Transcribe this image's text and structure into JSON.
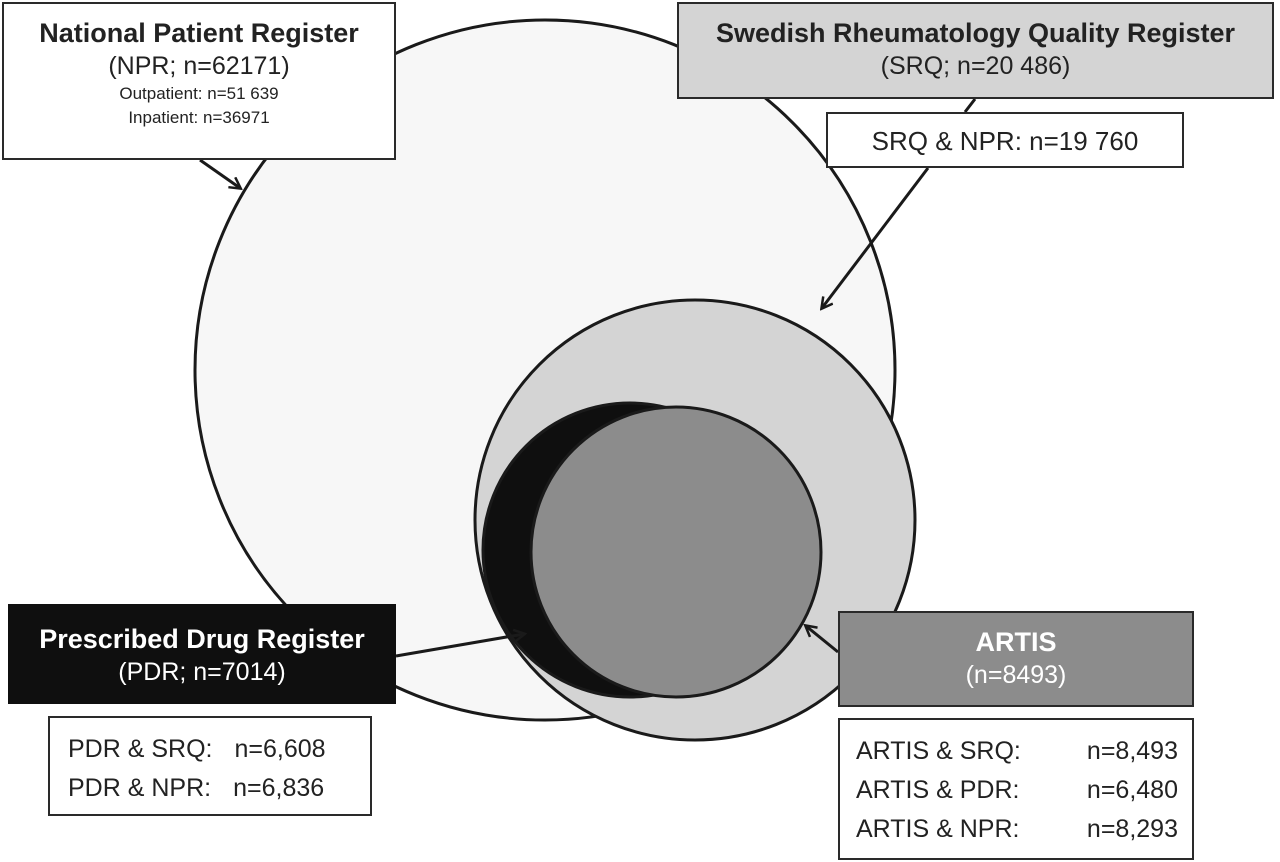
{
  "colors": {
    "npr_fill": "#f7f7f7",
    "srq_fill": "#d4d4d4",
    "pdr_fill": "#0f0f0f",
    "artis_fill": "#8c8c8c",
    "stroke": "#1a1a1a"
  },
  "npr": {
    "title": "National Patient Register",
    "sub": "(NPR; n=62171)",
    "outpatient": "Outpatient: n=51 639",
    "inpatient": "Inpatient: n=36971"
  },
  "srq": {
    "title": "Swedish Rheumatology Quality Register",
    "sub": "(SRQ; n=20 486)",
    "overlap_npr": "SRQ & NPR: n=19 760"
  },
  "pdr": {
    "title": "Prescribed Drug Register",
    "sub": "(PDR; n=7014)",
    "overlaps": [
      {
        "label": "PDR & SRQ:",
        "value": "n=6,608"
      },
      {
        "label": "PDR & NPR:",
        "value": "n=6,836"
      }
    ]
  },
  "artis": {
    "title": "ARTIS",
    "sub": "(n=8493)",
    "overlaps": [
      {
        "label": "ARTIS & SRQ:",
        "value": "n=8,493"
      },
      {
        "label": "ARTIS & PDR:",
        "value": "n=6,480"
      },
      {
        "label": "ARTIS & NPR:",
        "value": "n=8,293"
      }
    ]
  }
}
